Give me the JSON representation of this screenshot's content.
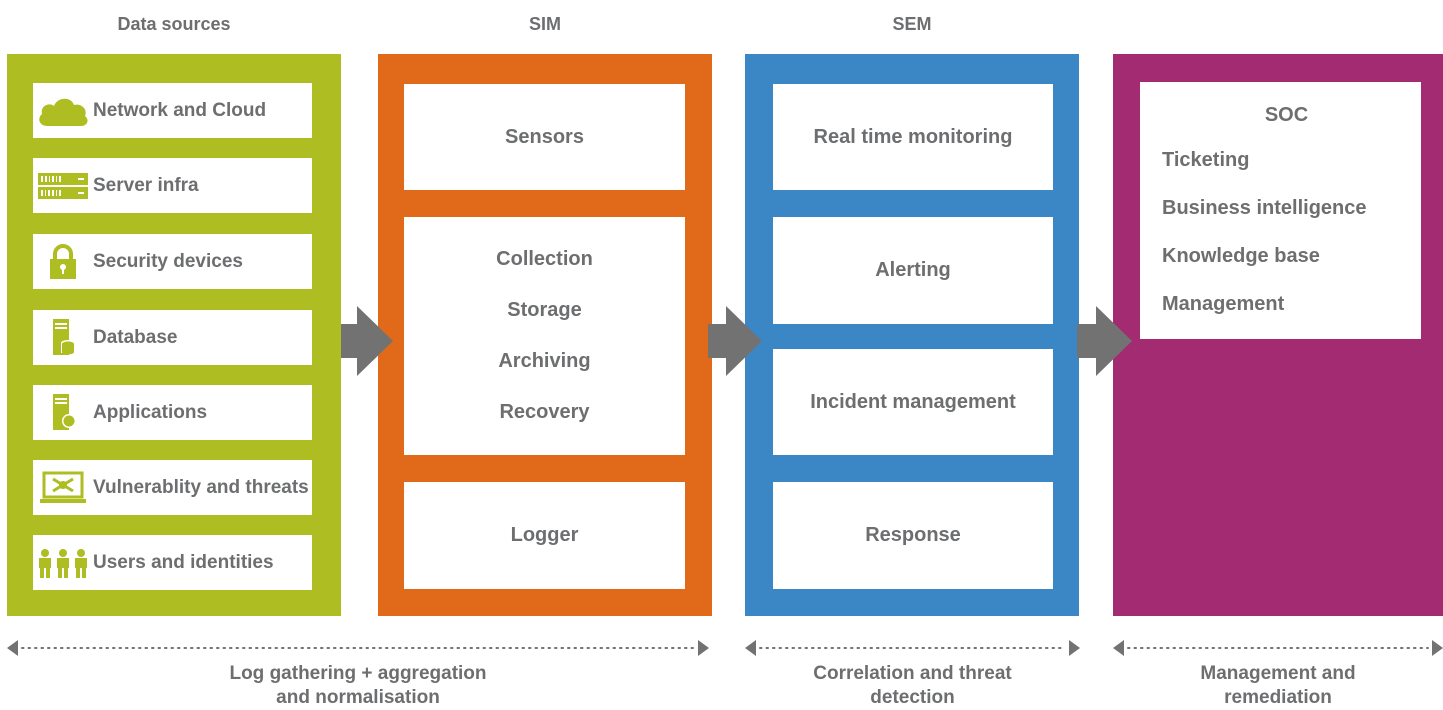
{
  "headers": {
    "data_sources": "Data sources",
    "sim": "SIM",
    "sem": "SEM"
  },
  "data_sources": [
    {
      "label": "Network and Cloud",
      "icon": "cloud-icon"
    },
    {
      "label": "Server infra",
      "icon": "server-rack-icon"
    },
    {
      "label": "Security devices",
      "icon": "lock-icon"
    },
    {
      "label": "Database",
      "icon": "database-server-icon"
    },
    {
      "label": "Applications",
      "icon": "application-server-icon"
    },
    {
      "label": "Vulnerablity and threats",
      "icon": "laptop-threat-icon"
    },
    {
      "label": "Users and identities",
      "icon": "users-icon"
    }
  ],
  "sim": {
    "sensors": "Sensors",
    "processing": [
      "Collection",
      "Storage",
      "Archiving",
      "Recovery"
    ],
    "logger": "Logger"
  },
  "sem": {
    "realtime": "Real time monitoring",
    "alerting": "Alerting",
    "incident": "Incident management",
    "response": "Response"
  },
  "management": {
    "soc": "SOC",
    "items": [
      "Ticketing",
      "Business intelligence",
      "Knowledge base",
      "Management"
    ]
  },
  "footers": {
    "log": [
      "Log gathering + aggregation",
      "and normalisation"
    ],
    "correlation": [
      "Correlation and threat",
      "detection"
    ],
    "remediation": [
      "Management and",
      "remediation"
    ]
  },
  "colors": {
    "green": "#adbd22",
    "orange": "#e06a1a",
    "blue": "#3b87c6",
    "purple": "#a22b72",
    "text": "#6d6e70",
    "arrow": "#727272"
  }
}
